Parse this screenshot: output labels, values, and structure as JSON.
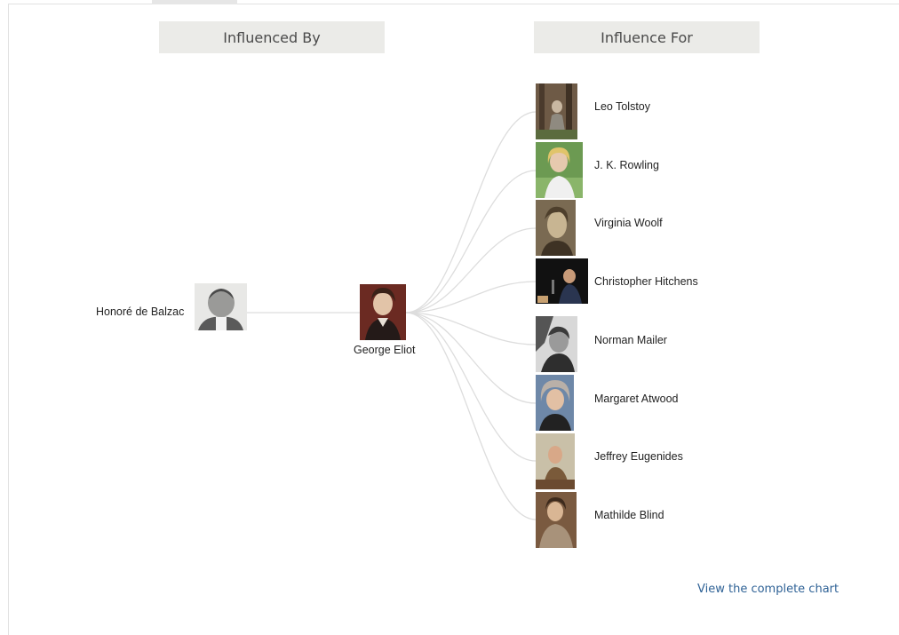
{
  "headers": {
    "influenced_by": "Influenced By",
    "influence_for": "Influence For"
  },
  "center": {
    "name": "George Eliot"
  },
  "influenced_by": [
    {
      "name": "Honoré de Balzac"
    }
  ],
  "influence_for": [
    {
      "name": "Leo Tolstoy"
    },
    {
      "name": "J. K. Rowling"
    },
    {
      "name": "Virginia Woolf"
    },
    {
      "name": "Christopher Hitchens"
    },
    {
      "name": "Norman Mailer"
    },
    {
      "name": "Margaret Atwood"
    },
    {
      "name": "Jeffrey Eugenides"
    },
    {
      "name": "Mathilde Blind"
    }
  ],
  "footer": {
    "link": "View the complete chart"
  },
  "colors": {
    "header_bg": "#ebebe8",
    "link": "#2f6296",
    "edge": "#dddddd"
  }
}
